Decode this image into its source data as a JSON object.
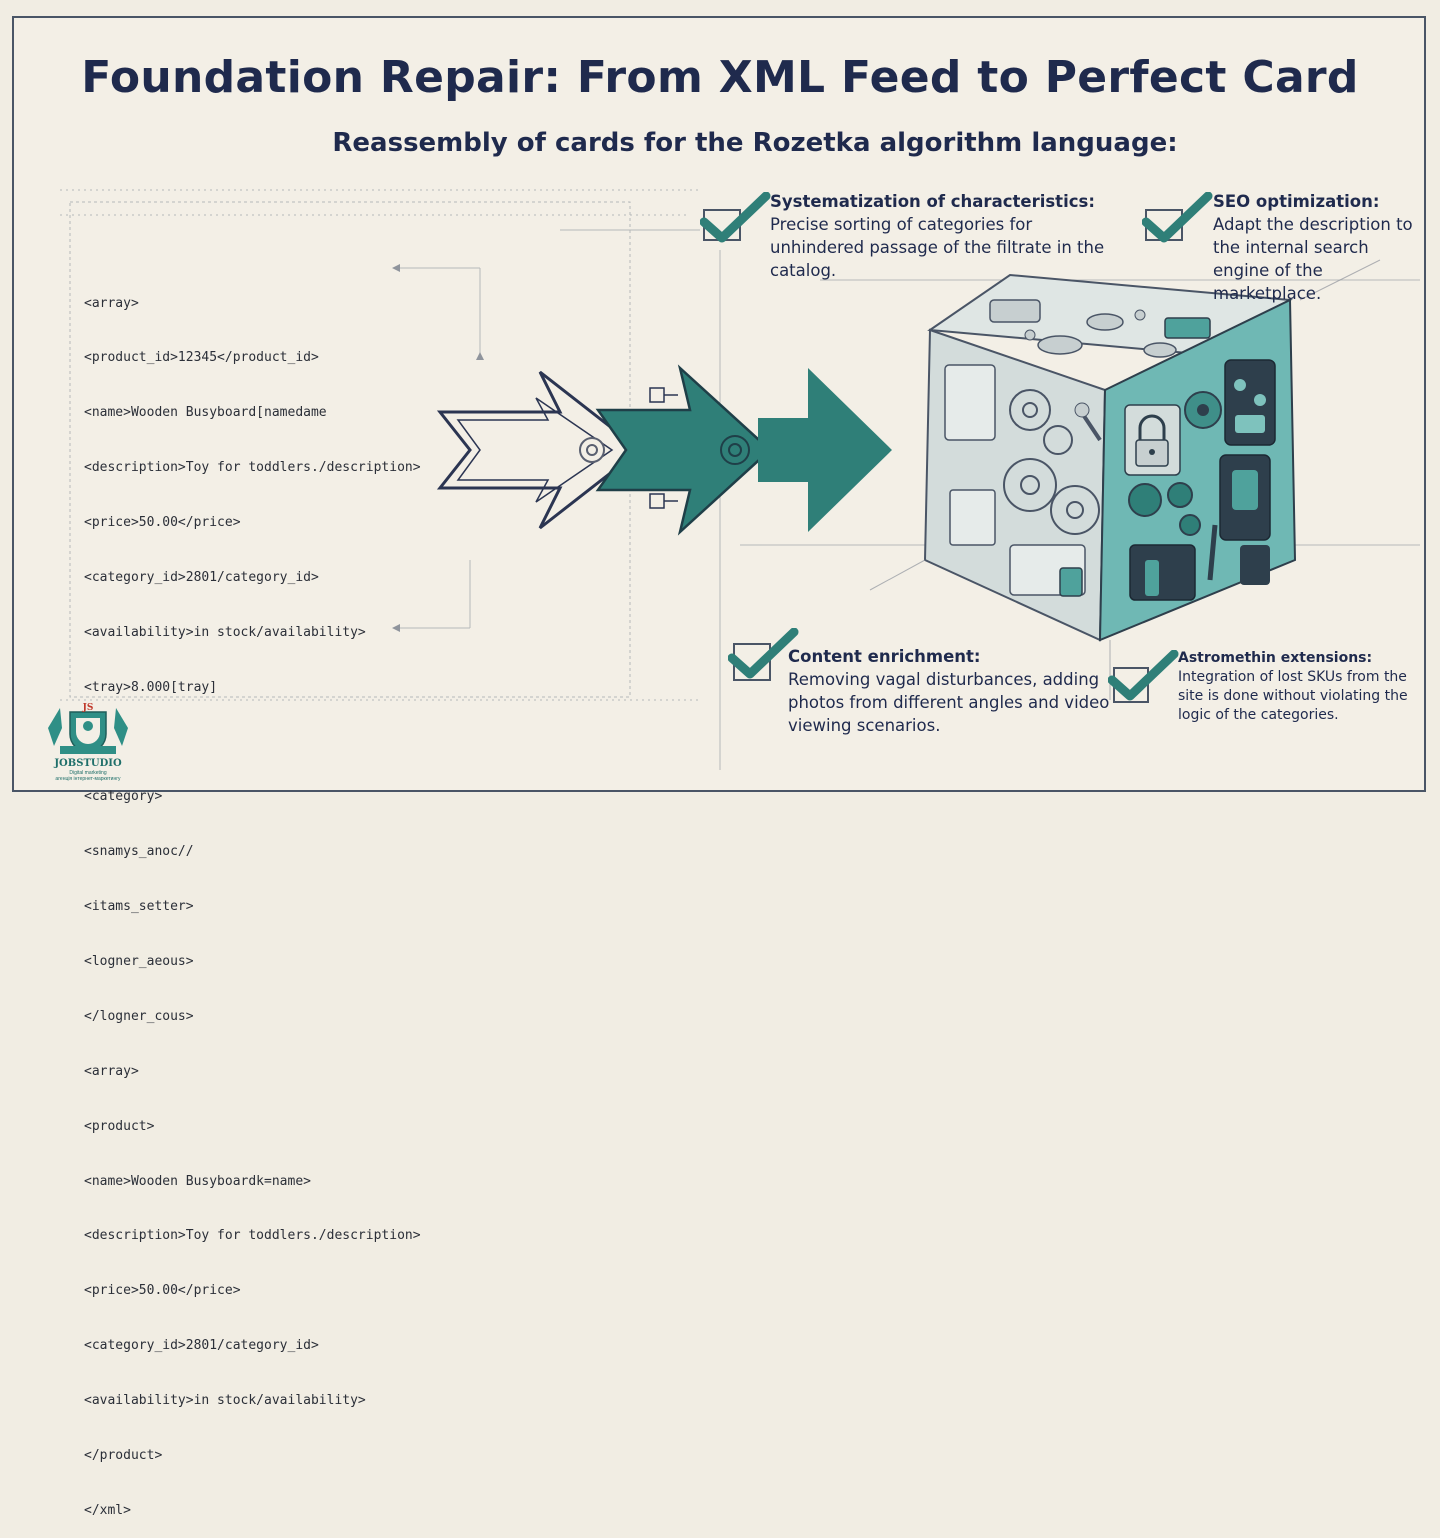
{
  "title": "Foundation Repair: From XML Feed to Perfect Card",
  "subtitle": "Reassembly of cards for the Rozetka algorithm language:",
  "code_lines_1": [
    "<array>",
    "<product_id>12345</product_id>",
    "<name>Wooden Busyboard[namedame",
    "<description>Toy for toddlers./description>",
    "<price>50.00</price>",
    "<category_id>2801/category_id>",
    "<availability>in stock/availability>",
    "<tray>8.000[tray]"
  ],
  "code_lines_2": [
    "<category>",
    "<snamys_anoc//",
    "<itams_setter>",
    "<logner_aeous>",
    "</logner_cous>",
    "<array>",
    "<product>",
    "<name>Wooden Busyboardk=name>",
    "<description>Toy for toddlers./description>",
    "<price>50.00</price>",
    "<category_id>2801/category_id>",
    "<availability>in stock/availability>",
    "</product>",
    "</xml>"
  ],
  "features": {
    "systematization": {
      "title": "Systematization of characteristics:",
      "body": "Precise sorting of categories for unhindered passage of the filtrate in the catalog."
    },
    "seo": {
      "title": "SEO optimization:",
      "body": "Adapt the description to the internal search engine of the marketplace."
    },
    "content": {
      "title": "Content enrichment:",
      "body": "Removing vagal disturbances, adding photos from different angles and video viewing scenarios."
    },
    "extensions": {
      "title": "Astromethin extensions:",
      "body": "Integration of lost SKUs from the site is done without violating the logic of the categories."
    }
  },
  "logo": {
    "name": "JOBSTUDIO",
    "tagline": "Digital marketing",
    "tagline2": "агенція інтернет-маркетингу",
    "emblem_number": "JS"
  },
  "colors": {
    "accent": "#2f7f78",
    "navy": "#1f2a4d",
    "background": "#f3efe6"
  }
}
